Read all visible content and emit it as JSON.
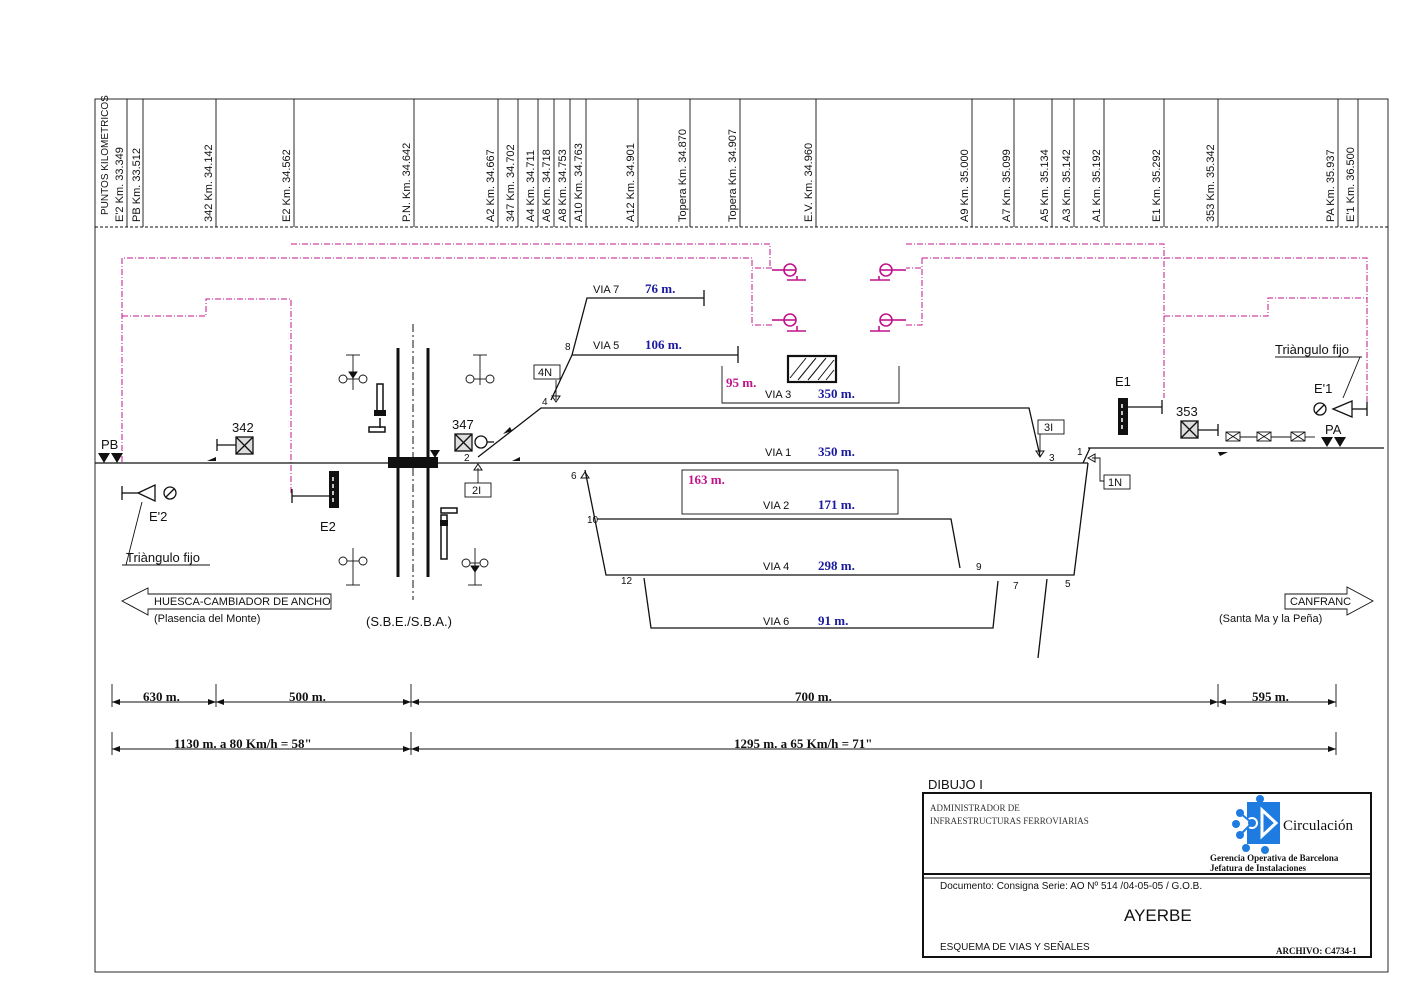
{
  "header": {
    "puntos_label": "PUNTOS KILOMETRICOS",
    "km_points": [
      "E'2 Km. 33.349",
      "PB Km. 33.512",
      "342 Km. 34.142",
      "E2 Km. 34.562",
      "P.N. Km. 34.642",
      "A2 Km. 34.667",
      "347 Km. 34.702",
      "A4 Km. 34.711",
      "A6 Km. 34.718",
      "A8 Km. 34.753",
      "A10 Km. 34.763",
      "A12 Km. 34.901",
      "Topera Km. 34.870",
      "Topera Km. 34.907",
      "E.V. Km. 34.960",
      "A9 Km. 35.000",
      "A7 Km. 35.099",
      "A5 Km. 35.134",
      "A3 Km. 35.142",
      "A1 Km. 35.192",
      "E1 Km. 35.292",
      "353 Km. 35.342",
      "PA Km. 35.937",
      "E'1 Km. 36.500"
    ]
  },
  "tracks": {
    "via7": {
      "name": "VIA 7",
      "length": "76 m."
    },
    "via5": {
      "name": "VIA 5",
      "length": "106 m."
    },
    "via3": {
      "name": "VIA 3",
      "length": "350 m.",
      "extra": "95 m."
    },
    "via1": {
      "name": "VIA 1",
      "length": "350 m."
    },
    "via2": {
      "name": "VIA 2",
      "length": "171 m.",
      "extra": "163 m."
    },
    "via4": {
      "name": "VIA 4",
      "length": "298 m."
    },
    "via6": {
      "name": "VIA 6",
      "length": "91 m."
    }
  },
  "switch_numbers": [
    "1",
    "2",
    "3",
    "4",
    "5",
    "6",
    "7",
    "8",
    "9",
    "10",
    "12"
  ],
  "signals": {
    "pb": "PB",
    "pa": "PA",
    "s342": "342",
    "s347": "347",
    "s353": "353",
    "e1": "E1",
    "e2": "E2",
    "e_1": "E'1",
    "e_2": "E'2",
    "n4": "4N",
    "i3": "3I",
    "i2": "2I",
    "n1": "1N"
  },
  "annotations": {
    "triangulo_left": "Triàngulo fijo",
    "triangulo_right": "Triàngulo fijo",
    "sbe": "(S.B.E./S.B.A.)"
  },
  "directions": {
    "left_main": "HUESCA-CAMBIADOR DE ANCHO",
    "left_sub": "(Plasencia del Monte)",
    "right_main": "CANFRANC",
    "right_sub": "(Santa Ma y la Peña)"
  },
  "distances": {
    "d1": "630 m.",
    "d2": "500 m.",
    "d3": "700 m.",
    "d4": "595 m.",
    "t1": "1130 m. a 80 Km/h = 58\"",
    "t2": "1295 m. a 65 Km/h  = 71\""
  },
  "title_block": {
    "dibujo": "DIBUJO I",
    "adif_1": "ADMINISTRADOR DE",
    "adif_2": "INFRAESTRUCTURAS FERROVIARIAS",
    "brand": "Circulación",
    "gerencia": "Gerencia Operativa de Barcelona",
    "jefatura": "Jefatura de Instalaciones",
    "documento": "Documento: Consigna Serie: AO Nº 514 /04-05-05 / G.O.B.",
    "station": "AYERBE",
    "subtitle": "ESQUEMA DE VIAS Y SEÑALES",
    "archivo": "ARCHIVO: C4734-1"
  },
  "colors": {
    "blue_length": "#1a1a9e",
    "magenta": "#c0148c",
    "logo_blue": "#1e7be0"
  }
}
